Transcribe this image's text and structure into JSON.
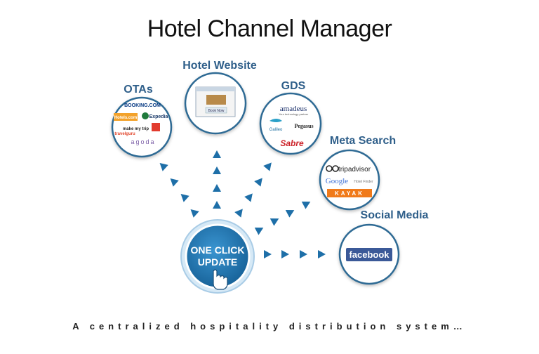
{
  "title": "Hotel Channel Manager",
  "footer": "A centralized hospitality distribution system…",
  "colors": {
    "label": "#2f5f8a",
    "arrow": "#1e6fa8",
    "hub_fill": "#1a74b3",
    "hub_ring": "#bcd9ee",
    "node_ring": "#2d6a94",
    "facebook_blue": "#3b5998",
    "booking_blue": "#003580",
    "agoda_purple": "#7b5ea7",
    "sabre_red": "#cc2229",
    "kayak_orange": "#f07a1a"
  },
  "hub": {
    "line1": "ONE CLICK",
    "line2": "UPDATE",
    "icon": "pointer-hand-icon"
  },
  "nodes": {
    "otas": {
      "label": "OTAs",
      "logos": [
        "BOOKING.COM",
        "Hotels.com",
        "Expedia",
        "make my trip",
        "travelguru",
        "agoda"
      ]
    },
    "website": {
      "label": "Hotel Website",
      "button": "Book Now"
    },
    "gds": {
      "label": "GDS",
      "logos": [
        "amadeus",
        "Your technology partner",
        "Galileo",
        "Pegasus",
        "Sabre"
      ]
    },
    "meta": {
      "label": "Meta Search",
      "logos": [
        "tripadvisor",
        "Google",
        "Hotel Finder",
        "KAYAK"
      ]
    },
    "social": {
      "label": "Social Media",
      "logos": [
        "facebook"
      ]
    }
  }
}
